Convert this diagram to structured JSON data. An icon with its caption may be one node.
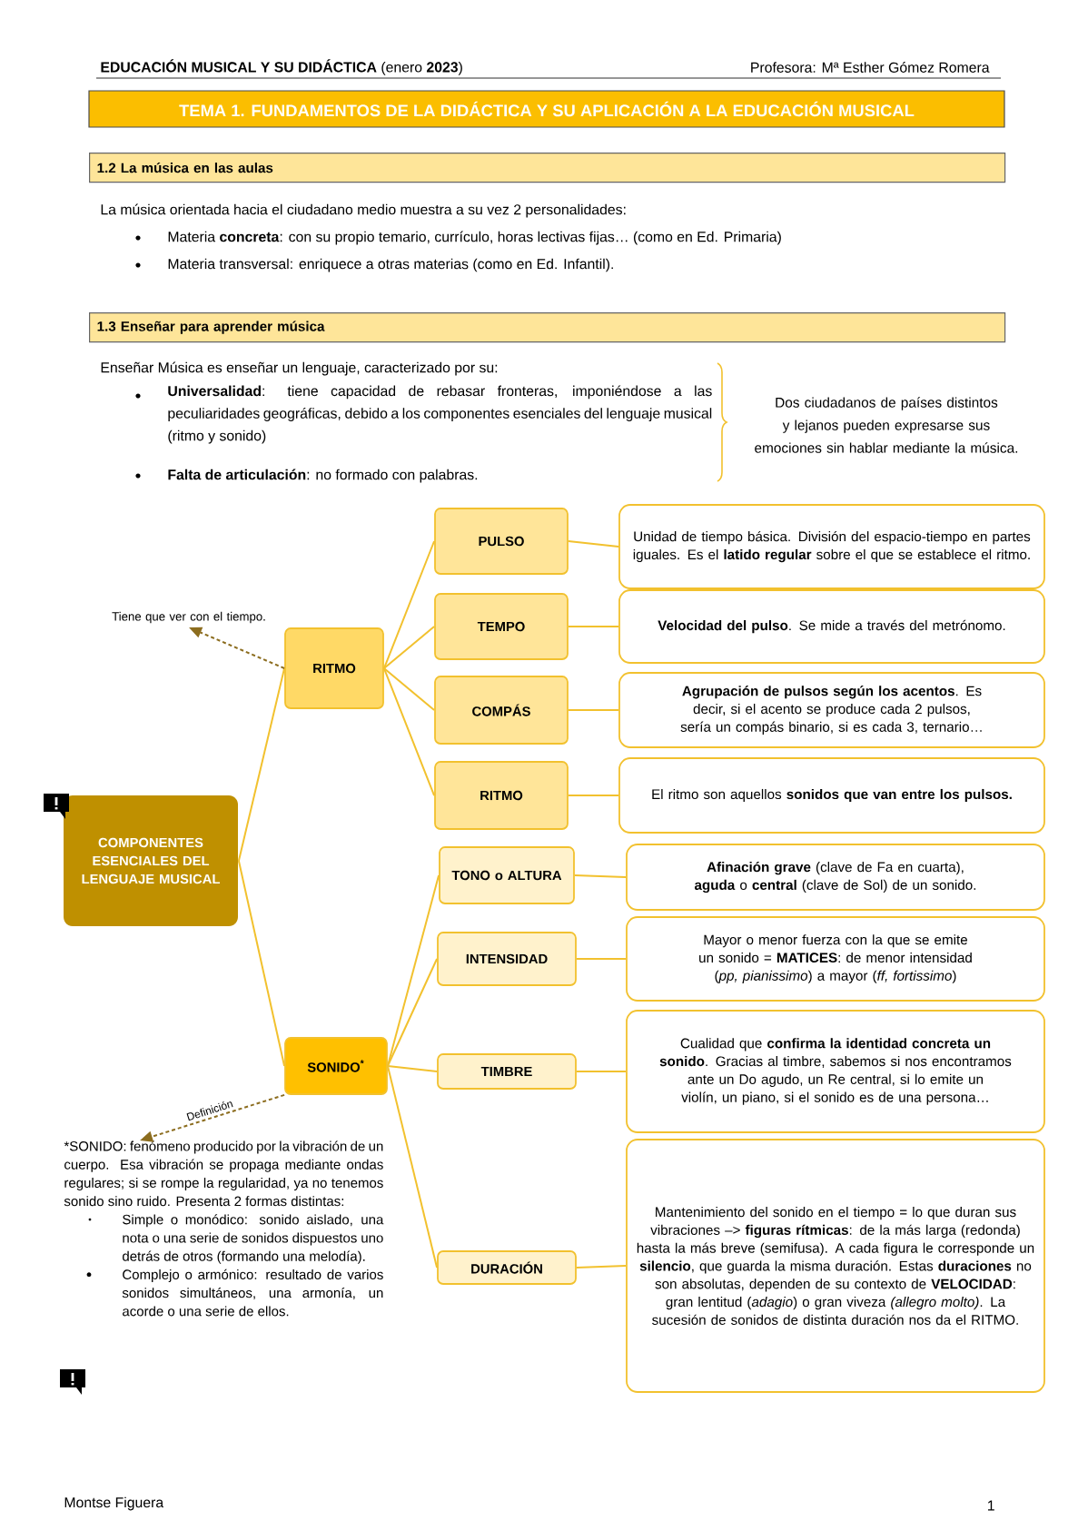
{
  "diagram": {
    "title": "TEMA 1. FUNDAMENTOS DE LA DIDÁCTICA Y SU APLICACIÓN A LA EDUCACIÓN MUSICAL",
    "nodes": [
      {
        "text": [
          "COMPONENTES ESENCIALES DEL LENGUAJE MUSICAL"
        ]
      },
      {
        "text": [
          "RITMO"
        ]
      },
      {
        "text": [
          "SONIDO$^{*}$"
        ]
      },
      {
        "text": [
          "PULSO"
        ]
      },
      {
        "text": [
          "TEMPO"
        ]
      },
      {
        "text": [
          "COMPÁS"
        ]
      },
      {
        "text": [
          "RITMO"
        ]
      },
      {
        "text": [
          "TONO o ALTURA"
        ]
      },
      {
        "text": [
          "INTENSIDAD"
        ]
      },
      {
        "text": [
          "TIMBRE"
        ]
      },
      {
        "text": [
          "DURACIÓN"
        ]
      },
      {
        "text": [
          "Unidad de tiempo básica. División del espacio-tiempo en partes iguales. Es el **latido regular** sobre el que se establece el ritmo."
        ]
      },
      {
        "text": [
          "**Velocidad del pulso**. Se mide a través del metrónomo."
        ]
      },
      {
        "text": [
          "**Agrupación de pulsos según los acentos**. Es decir, si el acento se produce cada 2 pulsos, sería un compás binario, si es cada 3, ternario…"
        ]
      },
      {
        "text": [
          "El ritmo son aquellos **sonidos que van entre los pulsos.**"
        ]
      },
      {
        "text": [
          "**Afinación grave** (clave de Fa en cuarta), **aguda** o **central** (clave de Sol) de un sonido."
        ]
      },
      {
        "text": [
          "Mayor o menor fuerza con la que se emite un sonido = **MATICES**: de menor intensidad (*pp, pianissimo*) a mayor (*ff, fortissimo*)"
        ]
      },
      {
        "text": [
          "Cualidad que **confirma la identidad concreta un sonido**. Gracias al timbre, sabemos si nos encontramos ante un Do agudo, un Re central, si lo emite un violín, un piano, si el sonido es de una persona…"
        ]
      },
      {
        "text": [
          "Mantenimiento del sonido en el tiempo = lo que duran sus vibraciones –> **figuras rítmicas**: de la más larga (redonda) hasta la más breve (semifusa). A cada figura le corresponde un **silencio**, que guarda la misma duración. Estas **duraciones** no son absolutas, dependen de su contexto de **VELOCIDAD**: gran lentitud (*adagio*) o gran viveza *(allegro molto)*. La sucesión de sonidos de distinta duración nos da el RITMO."
        ]
      },
      {
        "text": [
          "Tiene que ver con el tiempo."
        ]
      },
      {
        "text": [
          "*SONIDO: fenómeno producido por la vibración de un cuerpo. Esa vibración se propaga mediante ondas regulares; si se rompe la regularidad, ya no tenemos sonido sino ruido. Presenta 2 formas distintas:",
          "Simple o monódico: sonido aislado, una nota o una serie de sonidos dispuestos uno detrás de otros (formando una melodía).",
          "Complejo o armónico: resultado de varios sonidos simultáneos, una armonía, un acorde o una serie de ellos."
        ]
      }
    ],
    "edges": [
      {
        "from": 0,
        "to": 1,
        "arrow": "none"
      },
      {
        "from": 0,
        "to": 2,
        "arrow": "none"
      },
      {
        "from": 1,
        "to": 3,
        "arrow": "none"
      },
      {
        "from": 1,
        "to": 4,
        "arrow": "none"
      },
      {
        "from": 1,
        "to": 5,
        "arrow": "none"
      },
      {
        "from": 1,
        "to": 6,
        "arrow": "none"
      },
      {
        "from": 2,
        "to": 7,
        "arrow": "none"
      },
      {
        "from": 2,
        "to": 8,
        "arrow": "none"
      },
      {
        "from": 2,
        "to": 9,
        "arrow": "none"
      },
      {
        "from": 2,
        "to": 10,
        "arrow": "none"
      },
      {
        "from": 3,
        "to": 11,
        "arrow": "none"
      },
      {
        "from": 4,
        "to": 12,
        "arrow": "none"
      },
      {
        "from": 5,
        "to": 13,
        "arrow": "none"
      },
      {
        "from": 6,
        "to": 14,
        "arrow": "none"
      },
      {
        "from": 7,
        "to": 15,
        "arrow": "none"
      },
      {
        "from": 8,
        "to": 16,
        "arrow": "none"
      },
      {
        "from": 9,
        "to": 17,
        "arrow": "none"
      },
      {
        "from": 10,
        "to": 18,
        "arrow": "none"
      },
      {
        "from": 1,
        "to": 19,
        "arrow": "to",
        "style": "dashed",
        "color": "#8c6d1f"
      },
      {
        "from": 2,
        "to": 20,
        "arrow": "to",
        "style": "dashed",
        "color": "#8c6d1f",
        "label": "Definición"
      }
    ],
    "labels": [
      "**EDUCACIÓN MUSICAL Y SU DIDÁCTICA** (enero **2023**)",
      "Profesora: Mª Esther Gómez Romera",
      "1.2 La música en las aulas",
      "La música orientada hacia el ciudadano medio muestra a su vez 2 personalidades:",
      "Materia **concreta**: con su propio temario, currículo, horas lectivas fijas… (como en Ed. Primaria)",
      "Materia transversal: enriquece a otras materias (como en Ed. Infantil).",
      "1.3 Enseñar para aprender música",
      "Enseñar Música es enseñar un lenguaje, caracterizado por su:",
      "**Universalidad**: tiene capacidad de rebasar fronteras, imponiéndose a las peculiaridades geográficas, debido a los componentes esenciales del lenguaje musical (ritmo y sonido)",
      "**Falta de articulación**: no formado con palabras.",
      "Dos ciudadanos de países distintos y lejanos pueden expresarse sus emociones sin hablar mediante la música.",
      "Montse Figuera",
      "1"
    ]
  }
}
